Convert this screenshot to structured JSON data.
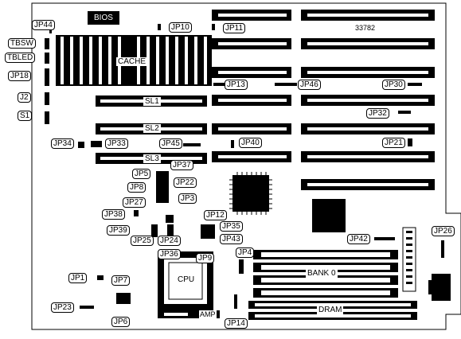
{
  "board": {
    "model_number": "33782",
    "chips": {
      "bios": "BIOS",
      "cache": "CACHE",
      "cpu": "CPU",
      "amp": "AMP",
      "dram": "DRAM",
      "bank0": "BANK 0"
    },
    "slots": {
      "sl1": "SL1",
      "sl2": "SL2",
      "sl3": "SL3"
    },
    "connectors": {
      "tbsw": "TBSW",
      "tbled": "TBLED",
      "j2": "J2",
      "s1": "S1"
    },
    "jumpers": {
      "jp1": "JP1",
      "jp3": "JP3",
      "jp4": "JP4",
      "jp5": "JP5",
      "jp6": "JP6",
      "jp7": "JP7",
      "jp8": "JP8",
      "jp9": "JP9",
      "jp10": "JP10",
      "jp11": "JP11",
      "jp12": "JP12",
      "jp13": "JP13",
      "jp14": "JP14",
      "jp18": "JP18",
      "jp21": "JP21",
      "jp22": "JP22",
      "jp23": "JP23",
      "jp24": "JP24",
      "jp25": "JP25",
      "jp26": "JP26",
      "jp27": "JP27",
      "jp30": "JP30",
      "jp32": "JP32",
      "jp33": "JP33",
      "jp34": "JP34",
      "jp35": "JP35",
      "jp36": "JP36",
      "jp37": "JP37",
      "jp38": "JP38",
      "jp39": "JP39",
      "jp40": "JP40",
      "jp42": "JP42",
      "jp43": "JP43",
      "jp44": "JP44",
      "jp45": "JP45",
      "jp46": "JP46"
    }
  }
}
